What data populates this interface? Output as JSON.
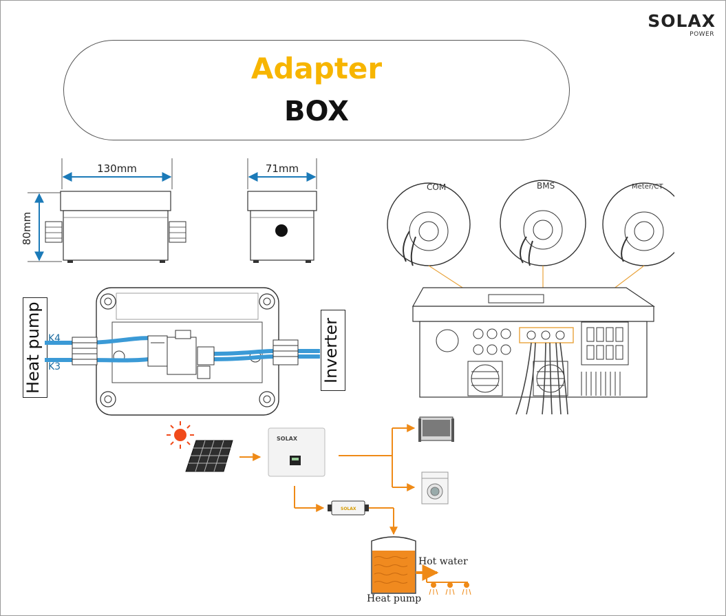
{
  "brand": {
    "name": "SOLAX",
    "sub": "POWER"
  },
  "title": {
    "line1": "Adapter",
    "line2": "BOX"
  },
  "dimensions": {
    "width": "130mm",
    "depth": "71mm",
    "height": "80mm"
  },
  "wiring": {
    "left_label": "Heat pump",
    "right_label": "Inverter",
    "wire_top": "K4",
    "wire_bottom": "K3"
  },
  "ports": {
    "com": "COM",
    "bms": "BMS",
    "meter": "Meter/CT"
  },
  "flow": {
    "hot_water": "Hot water",
    "heat_pump": "Heat pump",
    "inverter_brand": "SOLAX",
    "adapter_brand": "SOLAX"
  },
  "colors": {
    "accent": "#f7b500",
    "arrow": "#ef8a17",
    "wire": "#3b9ad6",
    "tank": "#f08a1f"
  }
}
